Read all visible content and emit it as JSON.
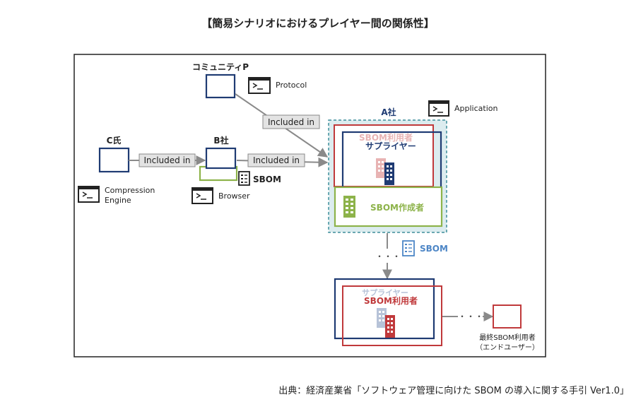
{
  "title": "【簡易シナリオにおけるプレイヤー間の関係性】",
  "source": "出典：経済産業省「ソフトウェア管理に向けた SBOM の導入に関する手引 Ver1.0」",
  "nodes": {
    "community": "コミュニティP",
    "c_person": "C氏",
    "b_company": "B社",
    "a_company": "A社",
    "sbom_user_a": "SBOM利用者",
    "supplier_a": "サプライヤー",
    "sbom_creator": "SBOM作成者",
    "supplier_b": "サプライヤー",
    "sbom_user_b": "SBOM利用者",
    "final_user_line1": "最終SBOM利用者",
    "final_user_line2": "（エンドユーザー）"
  },
  "software_labels": {
    "protocol": "Protocol",
    "application": "Application",
    "compression_line1": "Compression",
    "compression_line2": "Engine",
    "browser": "Browser"
  },
  "edges": {
    "c_to_b": "Included in",
    "b_to_a": "Included in",
    "community_to_a": "Included in"
  },
  "sbom_labels": {
    "sbom_b": "SBOM",
    "sbom_a": "SBOM"
  },
  "ellipsis": "・・・",
  "colors": {
    "navy": "#1f3b73",
    "red": "#c0393b",
    "pink": "#e8b3b3",
    "green": "#8db34a",
    "teal_fill": "#dcecef",
    "teal_border": "#3f8f9c",
    "gray": "#8a8a8a",
    "light_blue_gray": "#b7c3d8",
    "sbom_blue": "#4d86c6"
  }
}
